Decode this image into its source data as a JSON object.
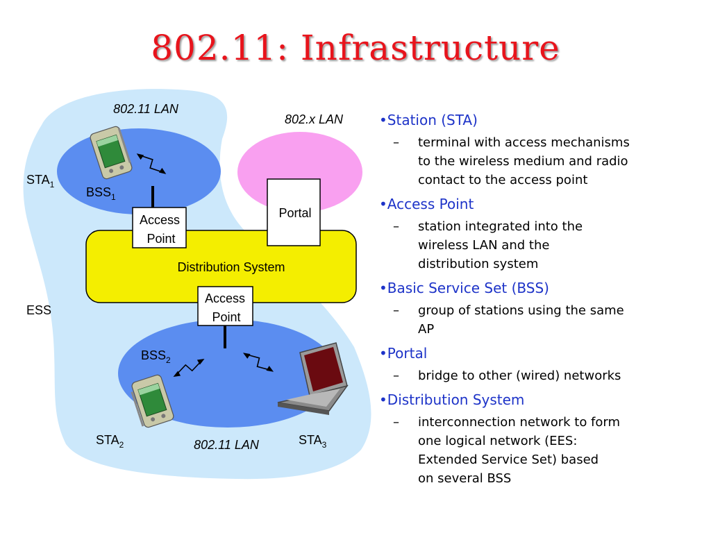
{
  "title": "802.11: Infrastructure",
  "diagram": {
    "lan_top": "802.11 LAN",
    "lan_bottom": "802.11 LAN",
    "xlan": "802.x LAN",
    "portal": "Portal",
    "distribution_system": "Distribution System",
    "ap1_line1": "Access",
    "ap1_line2": "Point",
    "ap2_line1": "Access",
    "ap2_line2": "Point",
    "ess": "ESS",
    "sta1": "STA",
    "sta1_sub": "1",
    "sta2": "STA",
    "sta2_sub": "2",
    "sta3": "STA",
    "sta3_sub": "3",
    "bss1": "BSS",
    "bss1_sub": "1",
    "bss2": "BSS",
    "bss2_sub": "2"
  },
  "bullets": [
    {
      "head": "•Station (STA)",
      "sub": [
        "terminal with access mechanisms",
        "to the wireless medium and radio",
        "contact to the access point"
      ]
    },
    {
      "head": "•Access Point",
      "sub": [
        "station integrated into the",
        "wireless LAN and the",
        "distribution system"
      ]
    },
    {
      "head": "•Basic Service Set (BSS)",
      "sub": [
        "group of stations using the same",
        "AP"
      ]
    },
    {
      "head": "•Portal",
      "sub": [
        "bridge to other (wired) networks"
      ]
    },
    {
      "head": "•Distribution System",
      "sub": [
        "interconnection network to form",
        "one logical network (EES:",
        "Extended Service Set) based",
        "on several BSS"
      ]
    }
  ],
  "dash": "–",
  "colors": {
    "title": "#e8141c",
    "ess_region": "#cce8fb",
    "bss": "#5b8df0",
    "xlan": "#f9a0f0",
    "distribution": "#f4ee00",
    "bullet_head": "#1d33c8"
  },
  "icons": [
    "pda-icon",
    "laptop-icon",
    "radio-link-icon"
  ]
}
